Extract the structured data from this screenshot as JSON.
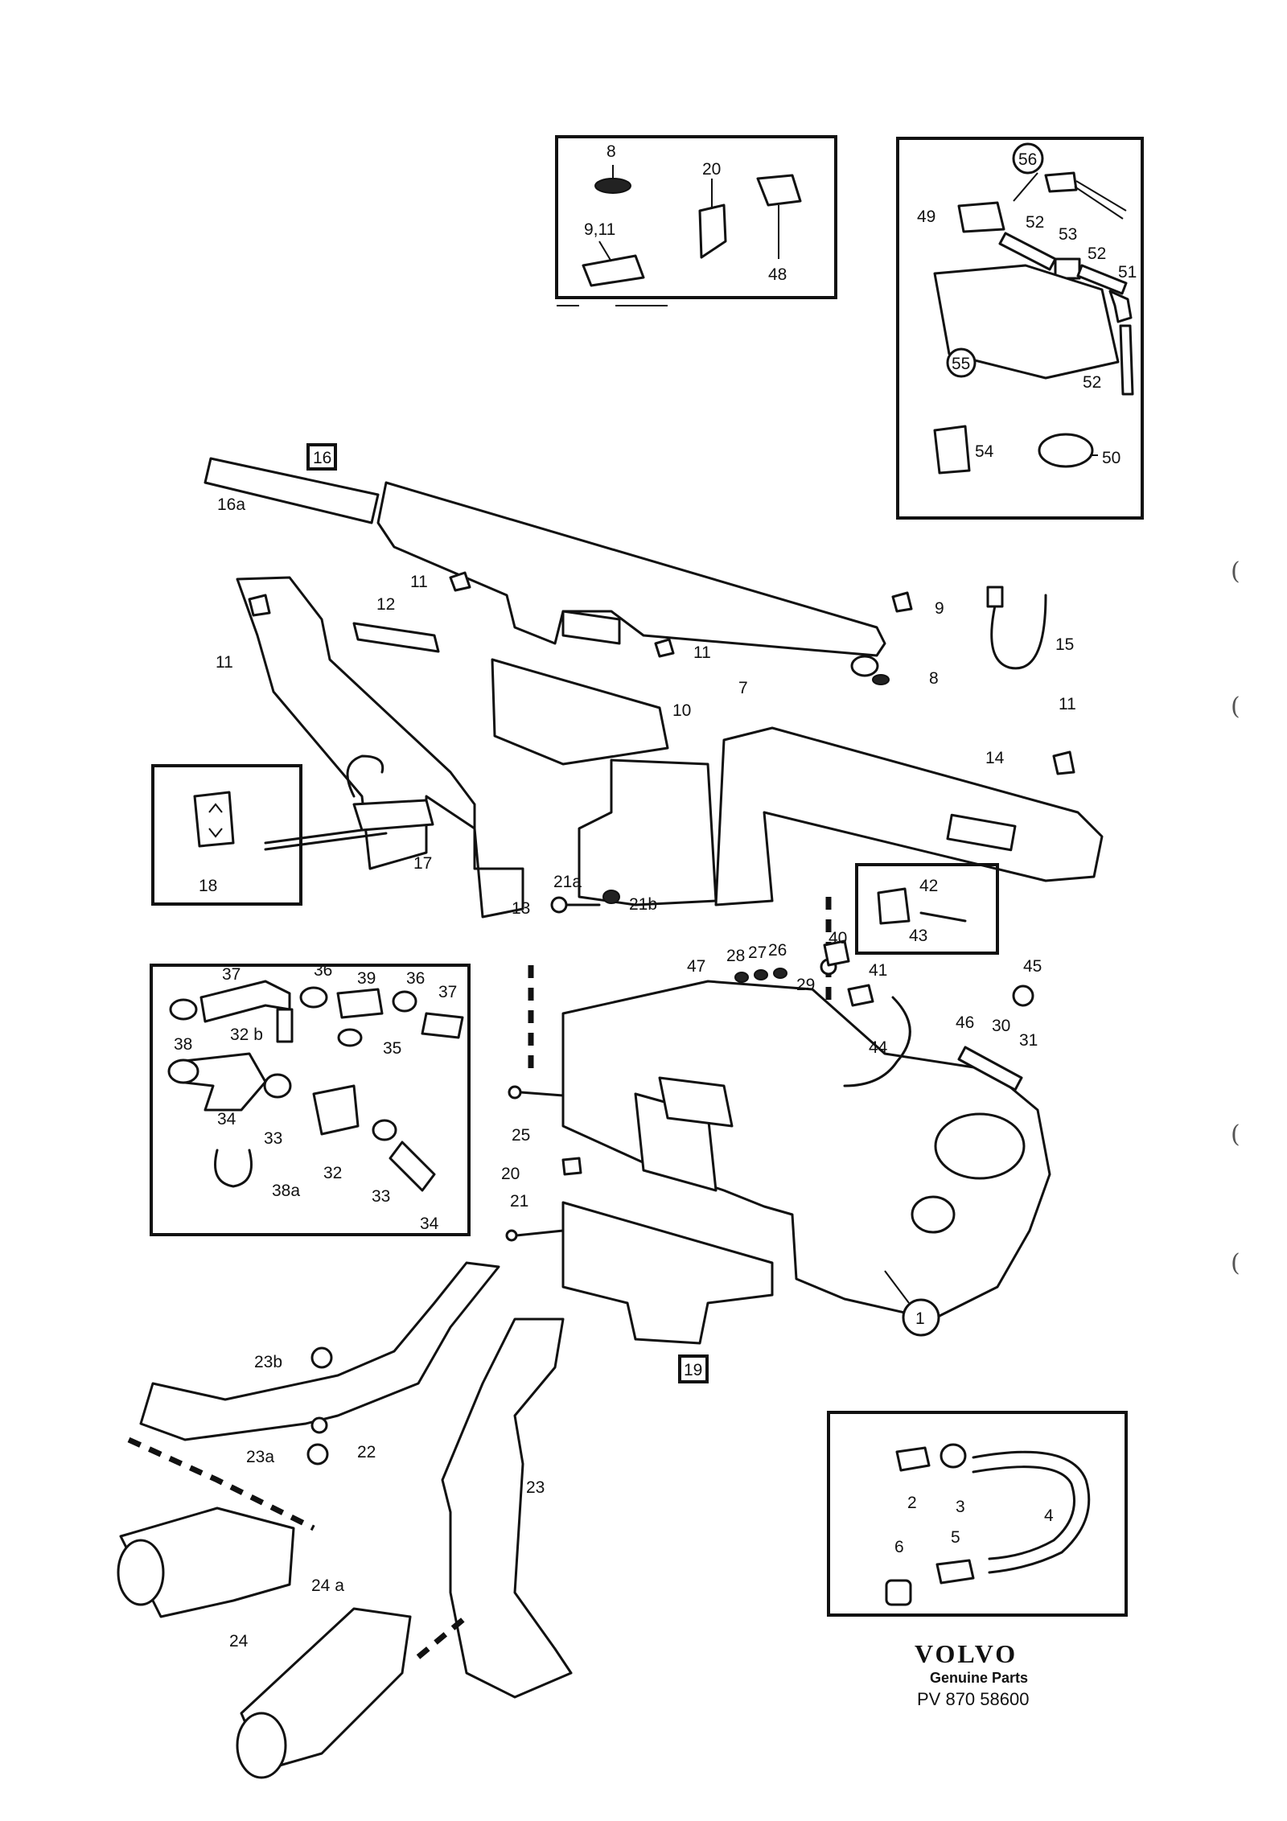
{
  "callouts": {
    "c8a": "8",
    "c20a": "20",
    "c911": "9,11",
    "c48": "48",
    "c56": "56",
    "c49": "49",
    "c52a": "52",
    "c53": "53",
    "c52b": "52",
    "c51": "51",
    "c55": "55",
    "c52c": "52",
    "c54": "54",
    "c50": "50",
    "c16": "16",
    "c16a": "16a",
    "c11a": "11",
    "c11b": "11",
    "c12": "12",
    "c11c": "11",
    "c7": "7",
    "c9": "9",
    "c8b": "8",
    "c10": "10",
    "c15": "15",
    "c11d": "11",
    "c14": "14",
    "c18": "18",
    "c17": "17",
    "c13": "13",
    "c21a": "21a",
    "c21b": "21b",
    "c42": "42",
    "c43": "43",
    "c37a": "37",
    "c36a": "36",
    "c39": "39",
    "c36b": "36",
    "c37b": "37",
    "c38": "38",
    "c32b": "32 b",
    "c35": "35",
    "c34a": "34",
    "c33a": "33",
    "c32": "32",
    "c33b": "33",
    "c38a": "38a",
    "c34b": "34",
    "c47": "47",
    "c28": "28",
    "c27": "27",
    "c26": "26",
    "c40": "40",
    "c41": "41",
    "c29": "29",
    "c44": "44",
    "c46": "46",
    "c45": "45",
    "c30": "30",
    "c31": "31",
    "c25": "25",
    "c20b": "20",
    "c21": "21",
    "c1": "1",
    "c19": "19",
    "c23b": "23b",
    "c22": "22",
    "c23a": "23a",
    "c23": "23",
    "c24": "24",
    "c24a": "24 a",
    "c2": "2",
    "c3": "3",
    "c4": "4",
    "c5": "5",
    "c6": "6"
  },
  "footer": {
    "brand": "VOLVO",
    "tagline": "Genuine Parts",
    "code": "PV 870  58600"
  },
  "margin": {
    "p1": "(",
    "p2": "(",
    "p3": "(",
    "p4": "("
  }
}
